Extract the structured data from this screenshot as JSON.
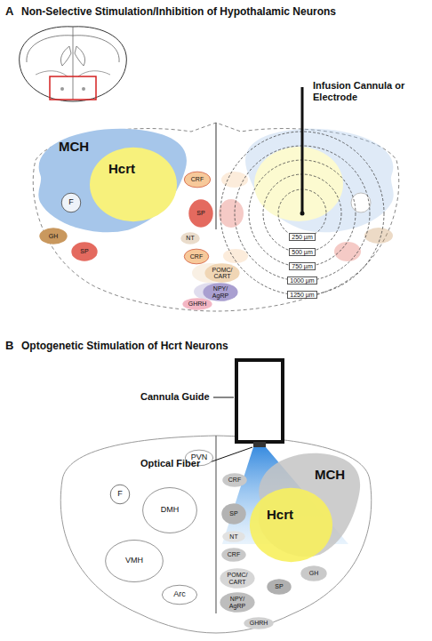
{
  "diagram": {
    "nodes": [
      {
        "text": [
          "MCH"
        ]
      },
      {
        "text": [
          "Hcrt"
        ],
        "in": 0
      },
      {
        "text": [
          "F"
        ],
        "in": 0
      },
      {
        "text": [
          "CRF"
        ]
      },
      {
        "text": [
          "SP"
        ]
      },
      {
        "text": [
          "NT"
        ]
      },
      {
        "text": [
          "CRF"
        ]
      },
      {
        "text": [
          "GH"
        ]
      },
      {
        "text": [
          "SP"
        ]
      },
      {
        "text": [
          "POMC/ CART"
        ]
      },
      {
        "text": [
          "NPY/ AgRP"
        ]
      },
      {
        "text": [
          "GHRH"
        ]
      },
      {
        "text": [
          "250 µm"
        ]
      },
      {
        "text": [
          "500 µm"
        ]
      },
      {
        "text": [
          "750 µm"
        ]
      },
      {
        "text": [
          "1000 µm"
        ]
      },
      {
        "text": [
          "1250 µm"
        ]
      },
      {
        "text": [
          "PVN"
        ]
      },
      {
        "text": [
          "DMH"
        ]
      },
      {
        "text": [
          "F"
        ]
      },
      {
        "text": [
          "VMH"
        ]
      },
      {
        "text": [
          "Arc"
        ]
      },
      {
        "text": [
          "CRF"
        ]
      },
      {
        "text": [
          "SP"
        ]
      },
      {
        "text": [
          "NT"
        ]
      },
      {
        "text": [
          "CRF"
        ]
      },
      {
        "text": [
          "POMC/ CART"
        ]
      },
      {
        "text": [
          "NPY/ AgRP"
        ]
      },
      {
        "text": [
          "MCH"
        ]
      },
      {
        "text": [
          "Hcrt"
        ],
        "in": 28
      },
      {
        "text": [
          "SP"
        ]
      },
      {
        "text": [
          "GH"
        ]
      },
      {
        "text": [
          "GHRH"
        ]
      }
    ],
    "labels": [
      "A",
      "Non-Selective Stimulation/Inhibition of Hypothalamic Neurons",
      "Infusion Cannula or Electrode",
      "B",
      "Optogenetic Stimulation of Hcrt Neurons",
      "Cannula Guide",
      "Optical Fiber"
    ]
  }
}
